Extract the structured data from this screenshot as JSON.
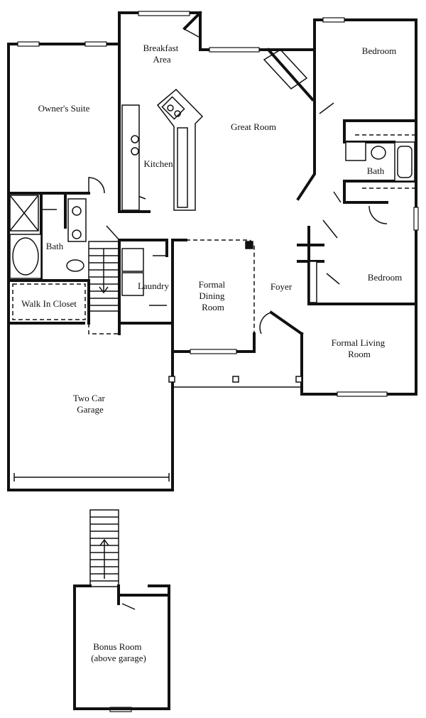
{
  "rooms": {
    "breakfast": [
      "Breakfast",
      "Area"
    ],
    "owners_suite": "Owner's Suite",
    "great_room": "Great Room",
    "bedroom_top": "Bedroom",
    "kitchen": "Kitchen",
    "bath_right": "Bath",
    "bath_left": "Bath",
    "laundry": "Laundry",
    "formal_dining": [
      "Formal",
      "Dining",
      "Room"
    ],
    "foyer": "Foyer",
    "bedroom_mid": "Bedroom",
    "walk_in_closet": "Walk In Closet",
    "formal_living": [
      "Formal Living",
      "Room"
    ],
    "garage": [
      "Two Car",
      "Garage"
    ],
    "bonus": [
      "Bonus Room",
      "(above garage)"
    ]
  }
}
